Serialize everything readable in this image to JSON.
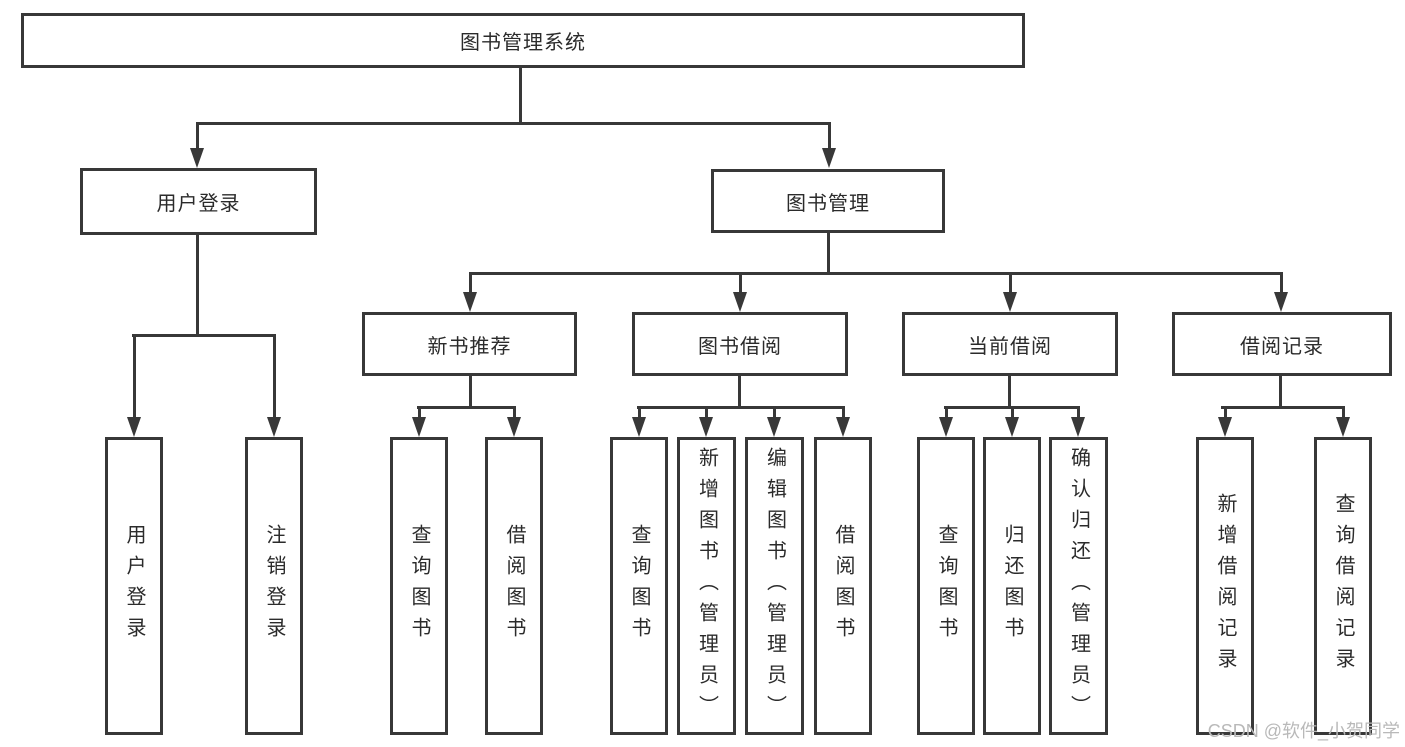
{
  "diagram": {
    "root": {
      "label": "图书管理系统"
    },
    "branches": [
      {
        "label": "用户登录",
        "leaves": [
          {
            "label": "用户登录"
          },
          {
            "label": "注销登录"
          }
        ]
      },
      {
        "label": "图书管理",
        "groups": [
          {
            "label": "新书推荐",
            "leaves": [
              {
                "label": "查询图书"
              },
              {
                "label": "借阅图书"
              }
            ]
          },
          {
            "label": "图书借阅",
            "leaves": [
              {
                "label": "查询图书"
              },
              {
                "label": "新增图书（管理员）"
              },
              {
                "label": "编辑图书（管理员）"
              },
              {
                "label": "借阅图书"
              }
            ]
          },
          {
            "label": "当前借阅",
            "leaves": [
              {
                "label": "查询图书"
              },
              {
                "label": "归还图书"
              },
              {
                "label": "确认归还（管理员）"
              }
            ]
          },
          {
            "label": "借阅记录",
            "leaves": [
              {
                "label": "新增借阅记录"
              },
              {
                "label": "查询借阅记录"
              }
            ]
          }
        ]
      }
    ]
  },
  "watermark": {
    "text": "CSDN @软件_小贺同学"
  },
  "colors": {
    "line": "#383838",
    "text": "#2b2b2b",
    "watermark": "#b9b9b9",
    "background": "#ffffff"
  }
}
